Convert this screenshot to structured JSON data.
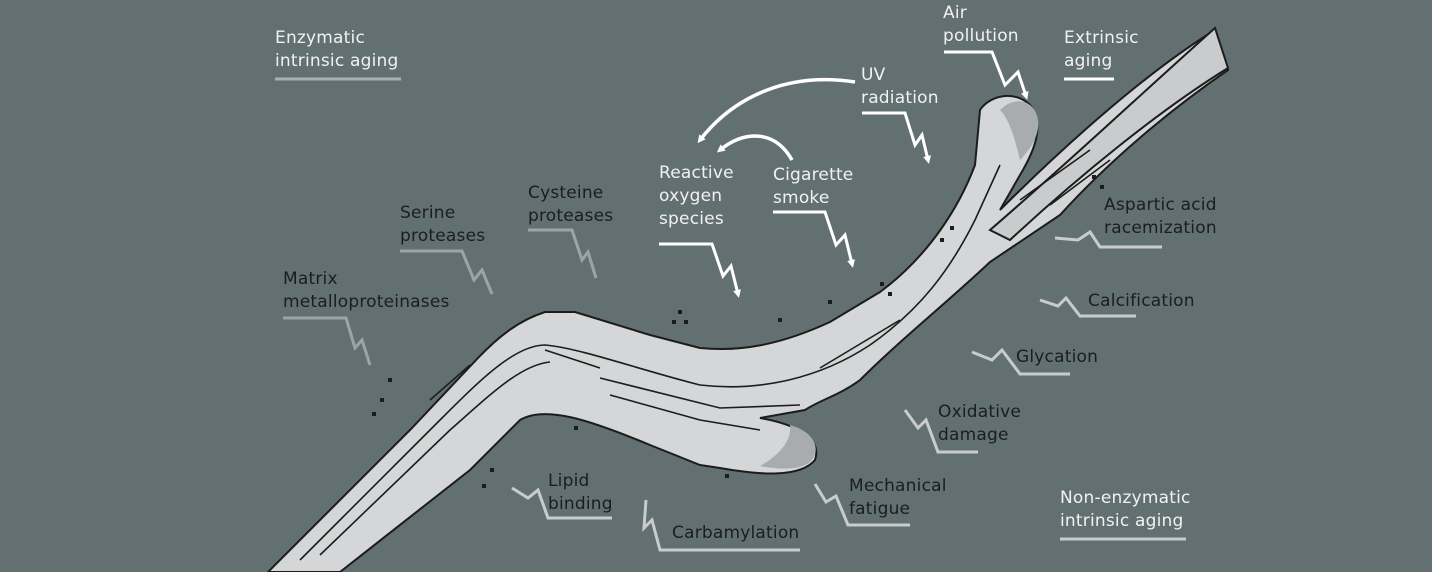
{
  "labels": {
    "enzymatic_intrinsic": "Enzymatic\nintrinsic aging",
    "matrix_mmp": "Matrix\nmetalloproteinases",
    "serine": "Serine\nproteases",
    "cysteine": "Cysteine\nproteases",
    "ros": "Reactive\noxygen\nspecies",
    "cigarette": "Cigarette\nsmoke",
    "uv": "UV\nradiation",
    "air_pollution": "Air\npollution",
    "extrinsic": "Extrinsic\naging",
    "aspartic": "Aspartic acid\nracemization",
    "calcification": "Calcification",
    "glycation": "Glycation",
    "oxidative": "Oxidative\ndamage",
    "mechanical": "Mechanical\nfatigue",
    "non_enzymatic": "Non-enzymatic\nintrinsic aging",
    "carbamylation": "Carbamylation",
    "lipid": "Lipid\nbinding"
  },
  "colors": {
    "background": "#627072",
    "fiber_fill": "#d4d6d7",
    "fiber_outline": "#1c1c1c",
    "arrow_white": "#ffffff",
    "arrow_grey": "#9da4a6",
    "arrow_light": "#c9cccd"
  },
  "icons": {
    "lightning_arrow": "lightning-arrow-icon",
    "curved_arrow": "curved-arrow-icon"
  }
}
